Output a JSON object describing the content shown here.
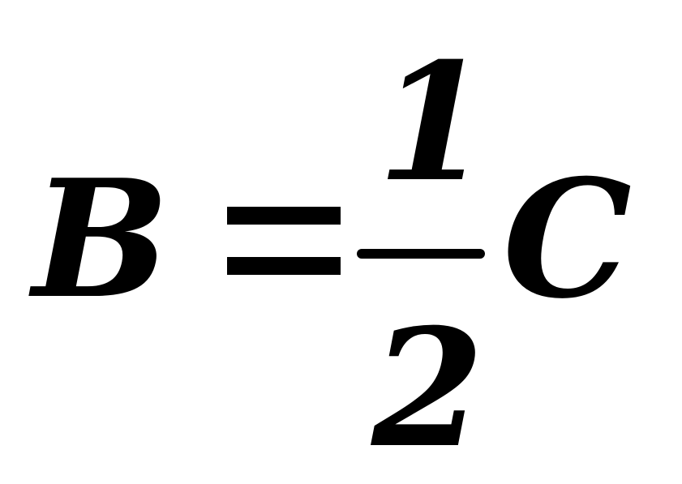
{
  "equation": {
    "lhs_variable": "B",
    "numerator": "1",
    "denominator": "2",
    "rhs_variable": "C"
  }
}
